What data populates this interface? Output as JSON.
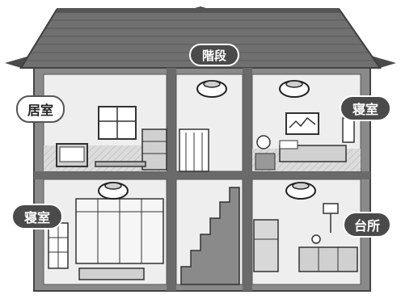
{
  "labels": {
    "stairs": "階段",
    "living_room": "居室",
    "bedroom_upper": "寝室",
    "bedroom_lower": "寝室",
    "kitchen": "台所"
  },
  "icons": {
    "detector": "smoke-detector-icon"
  },
  "colors": {
    "roof": "#6f6f6f",
    "roof_dark": "#4a4a4a",
    "wall": "#8a8a8a",
    "room_bg": "#e6e6e6",
    "label_dark": "#4a4a4a",
    "line": "#444444"
  }
}
